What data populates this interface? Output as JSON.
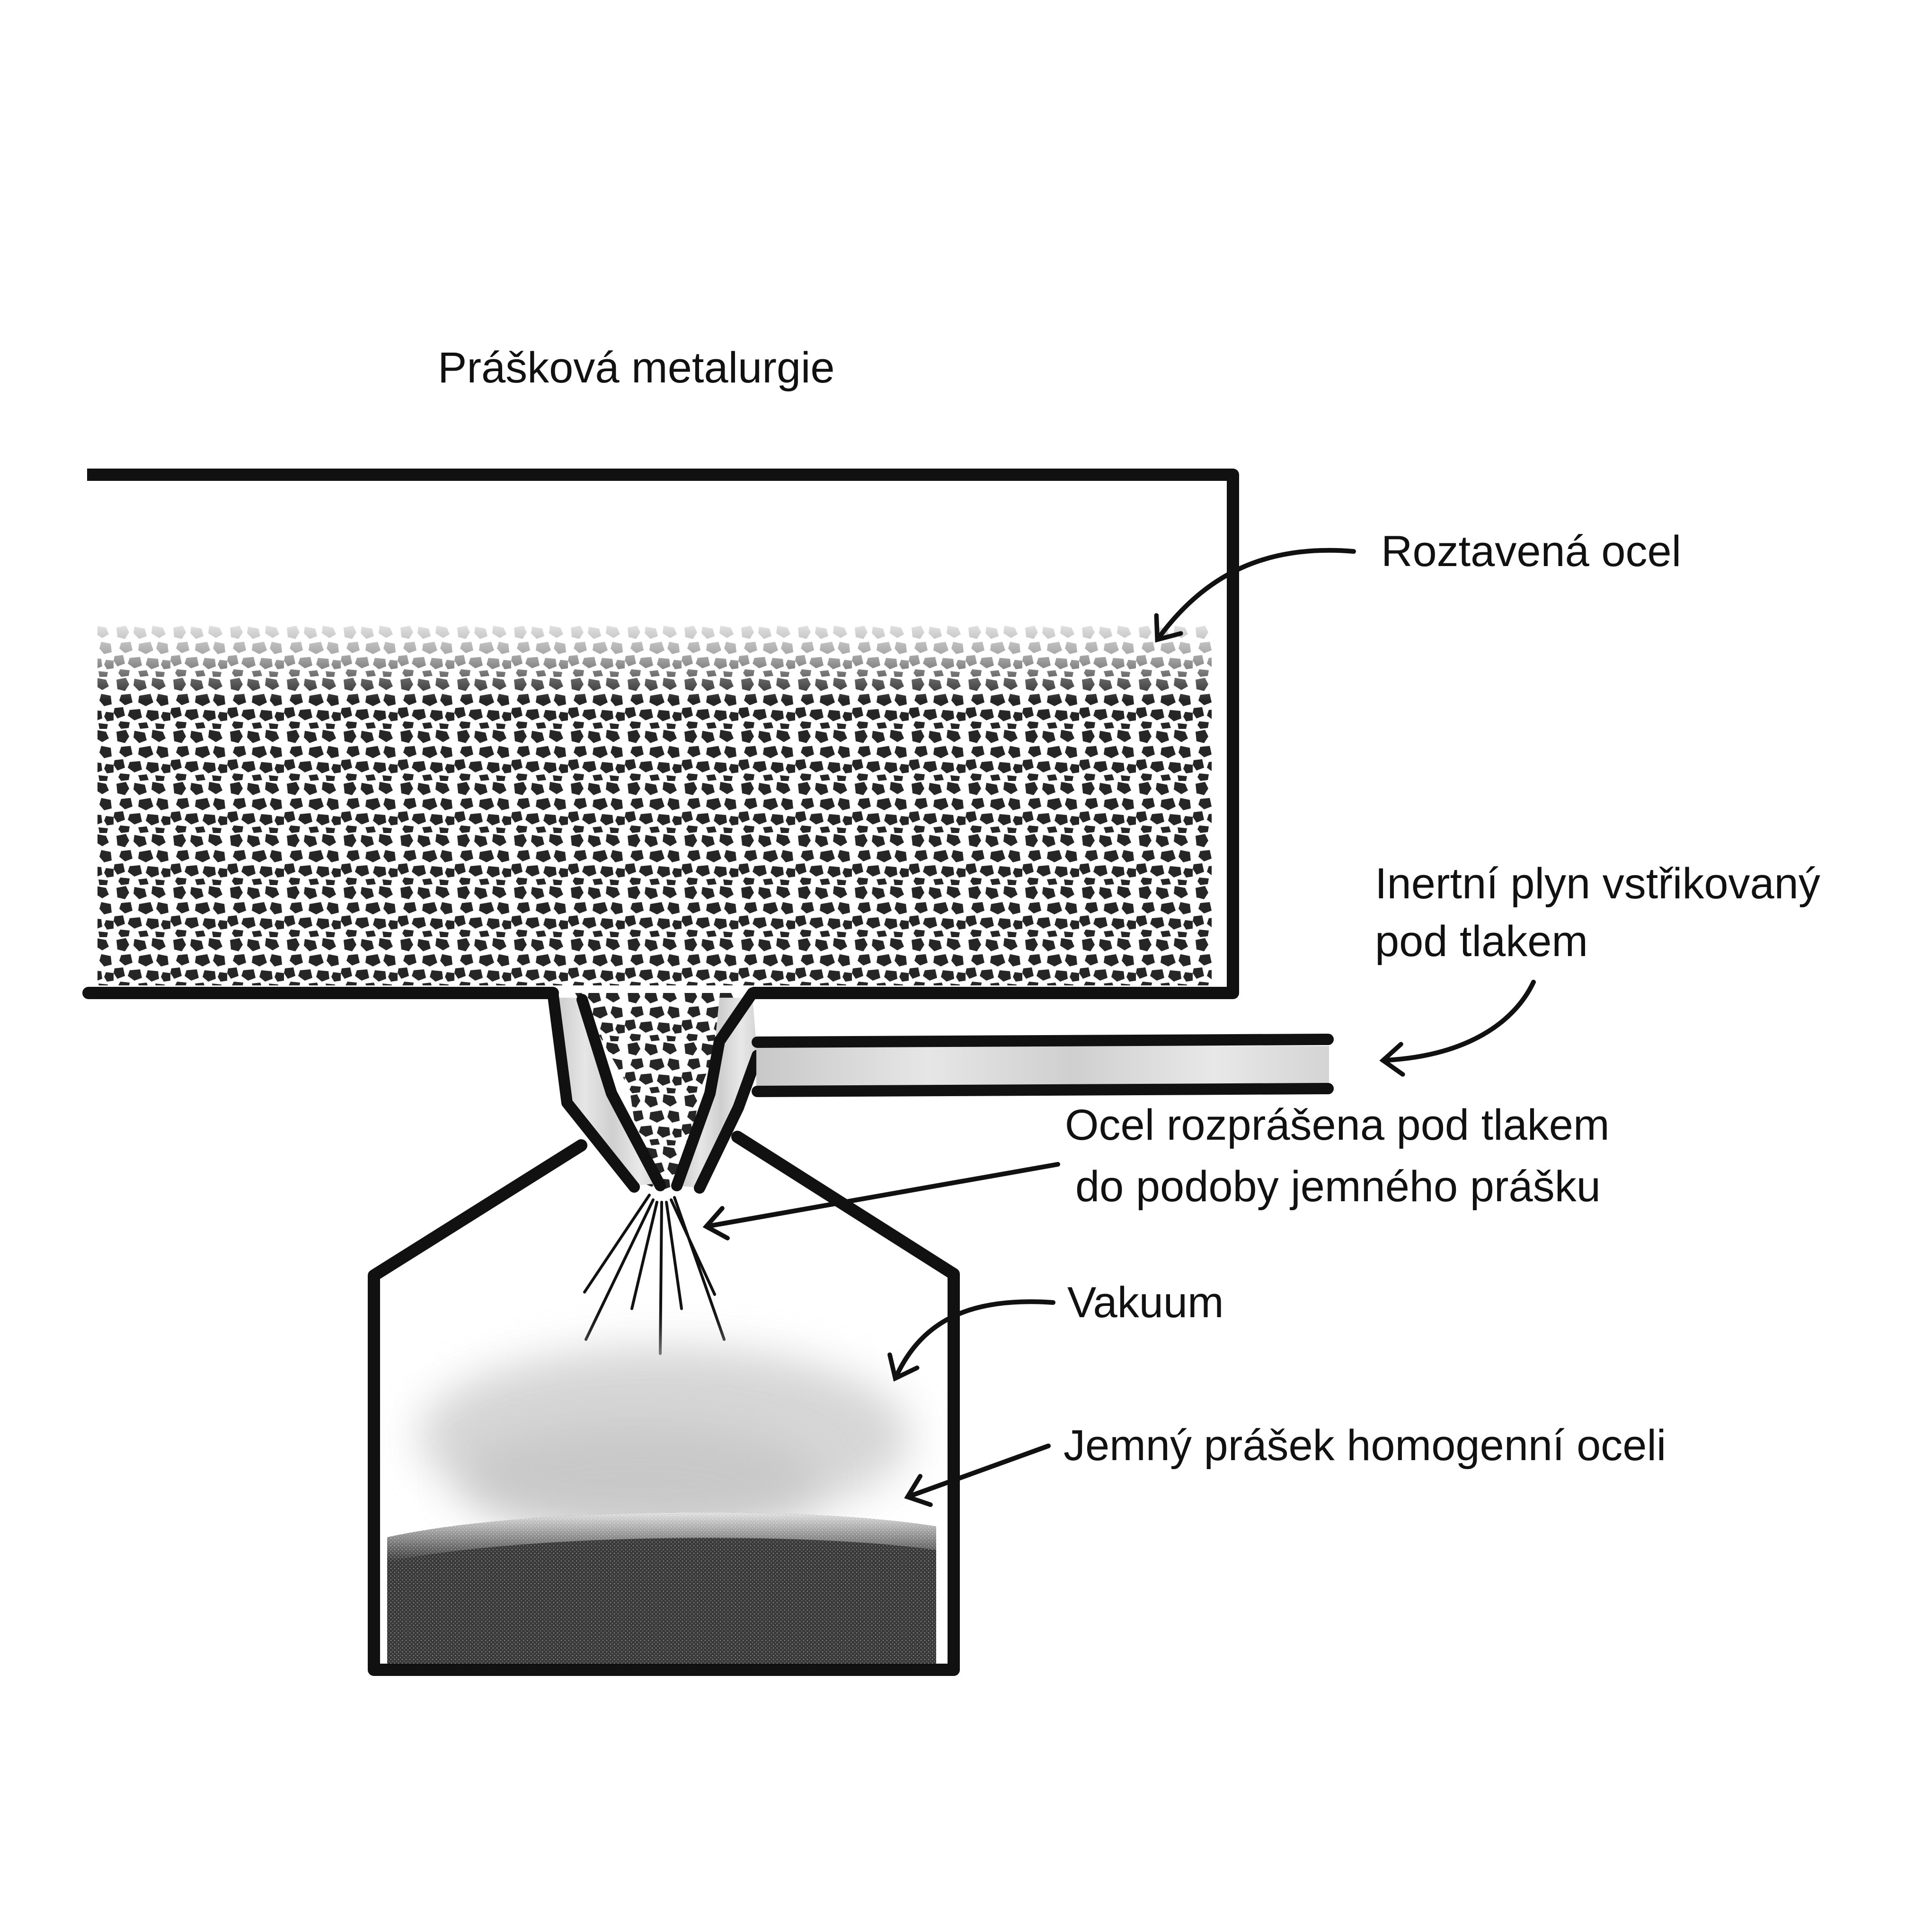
{
  "title": "Prášková metalurgie",
  "labels": {
    "molten_steel": "Roztavená ocel",
    "inert_gas_line1": "Inertní plyn vstřikovaný",
    "inert_gas_line2": "pod tlakem",
    "atomized_line1": "Ocel rozprášena pod tlakem",
    "atomized_line2": "do podoby jemného prášku",
    "vacuum": "Vakuum",
    "fine_powder": "Jemný prášek homogenní oceli"
  },
  "colors": {
    "outline": "#111111",
    "steel_dark": "#262626",
    "steel_light": "#ffffff",
    "gas_fill": "#d9d9d9",
    "cloud": "#d0d0d0",
    "powder": "#2e2e2e"
  }
}
